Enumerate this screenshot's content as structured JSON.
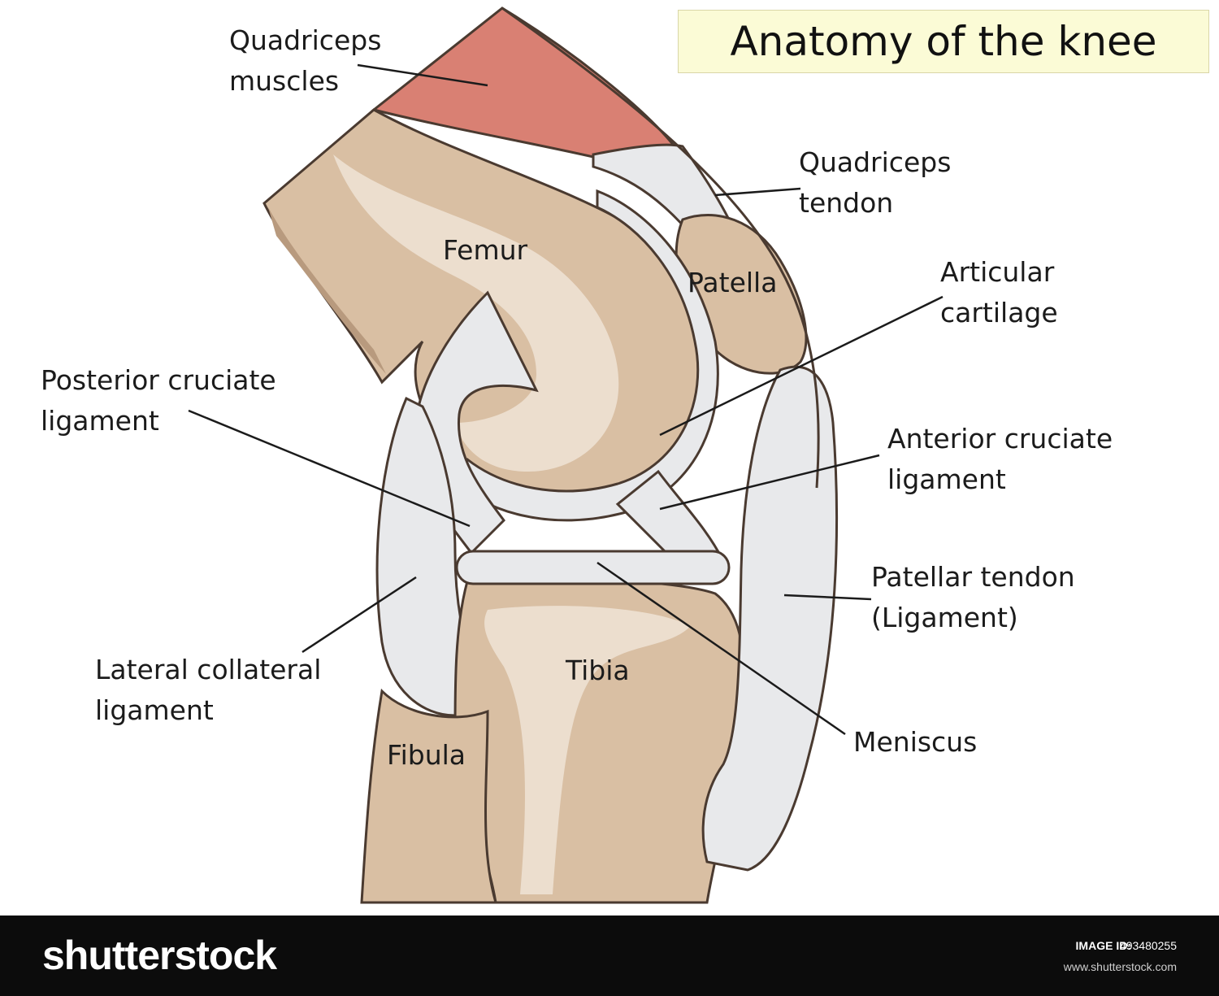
{
  "title": "Anatomy of the knee",
  "labels": {
    "quadriceps_muscles": "Quadriceps\nmuscles",
    "quadriceps_tendon": "Quadriceps\ntendon",
    "femur": "Femur",
    "patella": "Patella",
    "articular_cartilage": "Articular\ncartilage",
    "posterior_cruciate": "Posterior cruciate\nligament",
    "anterior_cruciate": "Anterior cruciate\nligament",
    "patellar_tendon": "Patellar tendon\n(Ligament)",
    "lateral_collateral": "Lateral collateral\nligament",
    "tibia": "Tibia",
    "meniscus": "Meniscus",
    "fibula": "Fibula"
  },
  "footer": {
    "brand": "shutterstock",
    "image_id_label": "IMAGE ID:",
    "image_id": "493480255",
    "site": "www.shutterstock.com"
  },
  "colors": {
    "bone": "#d9bfa3",
    "bone_dark": "#b89a7e",
    "bone_light": "#efe3d6",
    "cartilage": "#e8e9eb",
    "cartilage_edge": "#b3b5ba",
    "muscle": "#d98073",
    "outline": "#4a3a30"
  }
}
